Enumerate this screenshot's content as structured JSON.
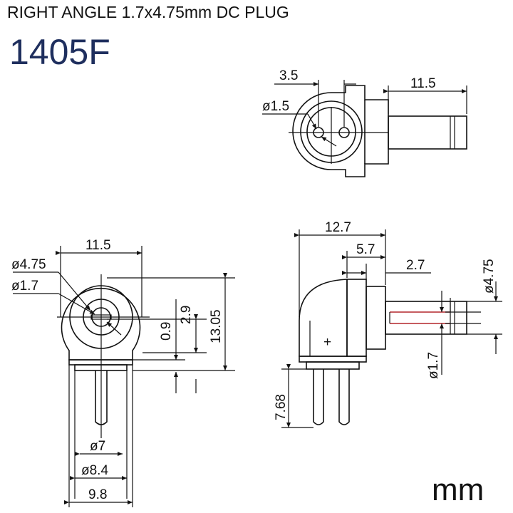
{
  "header": {
    "title": "RIGHT ANGLE 1.7x4.75mm DC PLUG",
    "part_number": "1405F"
  },
  "units": "mm",
  "top_view": {
    "dim_pin_offset": "3.5",
    "dim_barrel_length": "11.5",
    "dim_pin_diameter": "ø1.5"
  },
  "front_view": {
    "dim_width": "11.5",
    "dim_outer_diameter": "ø4.75",
    "dim_inner_diameter": "ø1.7",
    "dim_offset_small": "0.9",
    "dim_offset_large": "2.9",
    "dim_height": "13.05",
    "dim_pin_pitch_7": "ø7",
    "dim_pin_pitch_84": "ø8.4",
    "dim_base_width": "9.8"
  },
  "side_view": {
    "dim_length": "12.7",
    "dim_body": "5.7",
    "dim_step": "2.7",
    "dim_barrel_od": "ø4.75",
    "dim_barrel_id": "ø1.7",
    "dim_pin_length": "7.68",
    "polarity_mark": "+"
  }
}
